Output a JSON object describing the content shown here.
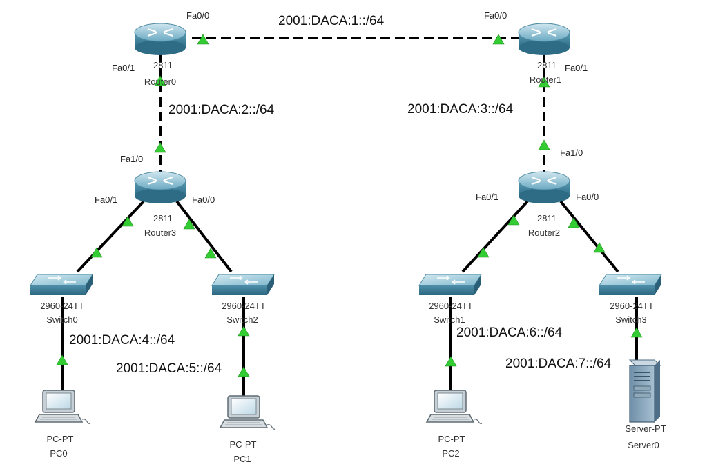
{
  "networks": {
    "n1": "2001:DACA:1::/64",
    "n2": "2001:DACA:2::/64",
    "n3": "2001:DACA:3::/64",
    "n4": "2001:DACA:4::/64",
    "n5": "2001:DACA:5::/64",
    "n6": "2001:DACA:6::/64",
    "n7": "2001:DACA:7::/64"
  },
  "routers": {
    "router0": {
      "model": "2811",
      "name": "Router0"
    },
    "router1": {
      "model": "2811",
      "name": "Router1"
    },
    "router2": {
      "model": "2811",
      "name": "Router2"
    },
    "router3": {
      "model": "2811",
      "name": "Router3"
    }
  },
  "switches": {
    "switch0": {
      "model": "2960-24TT",
      "name": "Switch0"
    },
    "switch1": {
      "model": "2960-24TT",
      "name": "Switch1"
    },
    "switch2": {
      "model": "2960-24TT",
      "name": "Switch2"
    },
    "switch3": {
      "model": "2960-24TT",
      "name": "Switch3"
    }
  },
  "hosts": {
    "pc0": {
      "model": "PC-PT",
      "name": "PC0"
    },
    "pc1": {
      "model": "PC-PT",
      "name": "PC1"
    },
    "pc2": {
      "model": "PC-PT",
      "name": "PC2"
    },
    "server0": {
      "model": "Server-PT",
      "name": "Server0"
    }
  },
  "interfaces": {
    "r0_fa00": "Fa0/0",
    "r0_fa01": "Fa0/1",
    "r1_fa00": "Fa0/0",
    "r1_fa01": "Fa0/1",
    "r3_fa10": "Fa1/0",
    "r3_fa01": "Fa0/1",
    "r3_fa00": "Fa0/0",
    "r2_fa10": "Fa1/0",
    "r2_fa01": "Fa0/1",
    "r2_fa00": "Fa0/0"
  },
  "colors": {
    "link_up": "#33cc33",
    "device_blue": "#5f9fb8"
  }
}
